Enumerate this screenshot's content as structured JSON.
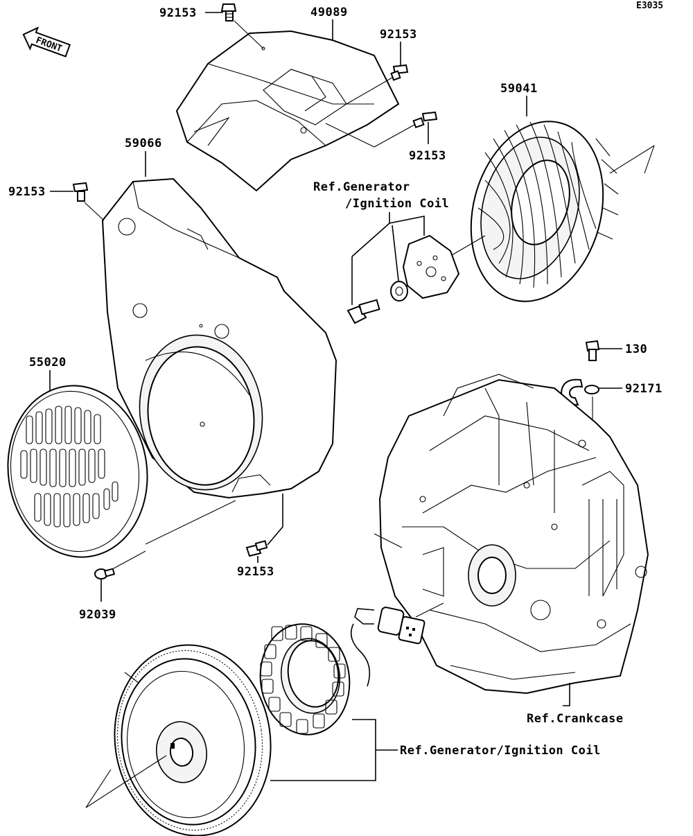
{
  "diagram_code": "E3035",
  "front_label": "FRONT",
  "parts": {
    "bolt_top": "92153",
    "cover_top": "49089",
    "bolt_top_right_upper": "92153",
    "bolt_top_right_lower": "92153",
    "fan": "59041",
    "shroud": "59066",
    "bolt_shroud_left": "92153",
    "ref_generator_top_line1": "Ref.Generator",
    "ref_generator_top_line2": "/Ignition Coil",
    "screen": "55020",
    "bolt_130": "130",
    "clamp": "92171",
    "bolt_shroud_bottom": "92153",
    "screw_screen": "92039",
    "ref_crankcase": "Ref.Crankcase",
    "ref_generator_bottom": "Ref.Generator/Ignition Coil"
  }
}
